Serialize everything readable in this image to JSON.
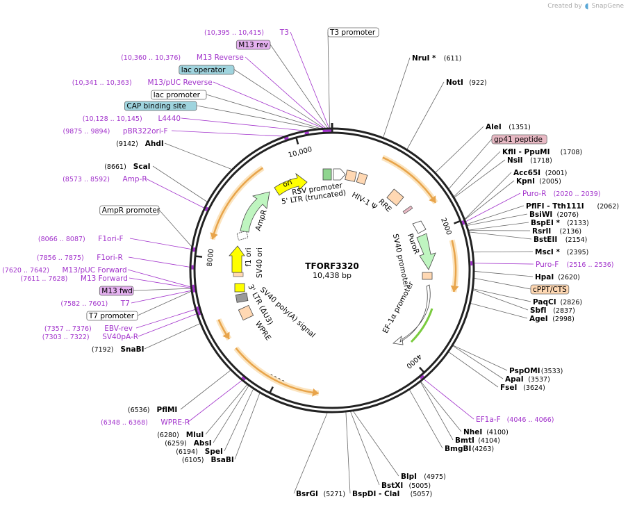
{
  "credit": {
    "created_by": "Created by",
    "brand": "SnapGene"
  },
  "plasmid": {
    "name": "TFORF3320",
    "length_label": "10,438 bp",
    "length": 10438
  },
  "colors": {
    "backbone": "#222222",
    "feature_purple": "#a131cb",
    "orange_arrow": "#e8a44a",
    "orange_glow": "#fbe4bf",
    "label_text": "#000000",
    "boxed_purple": "#e5b1f0",
    "boxed_blue": "#9fd4de",
    "boxed_pink": "#e8b9c4",
    "boxed_orange": "#ffd8b3"
  },
  "ticks": [
    {
      "bp": 0,
      "label": ""
    },
    {
      "bp": 2000,
      "label": "2000"
    },
    {
      "bp": 4000,
      "label": "4000"
    },
    {
      "bp": 6000,
      "label": "6000"
    },
    {
      "bp": 8000,
      "label": "8000"
    },
    {
      "bp": 10000,
      "label": "10,000"
    }
  ],
  "labels": [
    {
      "name": "T3",
      "range": "(10,395 .. 10,415)",
      "style": "purple",
      "bp": 10405
    },
    {
      "name": "T3 promoter",
      "range": "",
      "style": "box-white",
      "bp": 10410
    },
    {
      "name": "M13 rev",
      "range": "",
      "style": "box-purple",
      "bp": 10392
    },
    {
      "name": "M13 Reverse",
      "range": "(10,360 .. 10,376)",
      "style": "purple",
      "bp": 10368
    },
    {
      "name": "lac operator",
      "range": "",
      "style": "box-blue",
      "bp": 10350
    },
    {
      "name": "M13/pUC Reverse",
      "range": "(10,341 .. 10,363)",
      "style": "purple",
      "bp": 10352
    },
    {
      "name": "lac promoter",
      "range": "",
      "style": "box-white",
      "bp": 10320
    },
    {
      "name": "CAP binding site",
      "range": "",
      "style": "box-blue",
      "bp": 10290
    },
    {
      "name": "L4440",
      "range": "(10,128 .. 10,145)",
      "style": "purple",
      "bp": 10136
    },
    {
      "name": "pBR322ori-F",
      "range": "(9875 .. 9894)",
      "style": "purple",
      "bp": 9885
    },
    {
      "name": "AhdI",
      "range": "(9142)",
      "style": "enzyme",
      "bp": 9142
    },
    {
      "name": "ScaI",
      "range": "(8661)",
      "style": "enzyme",
      "bp": 8661
    },
    {
      "name": "Amp-R",
      "range": "(8573 .. 8592)",
      "style": "purple",
      "bp": 8582
    },
    {
      "name": "AmpR promoter",
      "range": "",
      "style": "box-white",
      "bp": 8100
    },
    {
      "name": "F1ori-F",
      "range": "(8066 .. 8087)",
      "style": "purple",
      "bp": 8076
    },
    {
      "name": "F1ori-R",
      "range": "(7856 .. 7875)",
      "style": "purple",
      "bp": 7865
    },
    {
      "name": "M13/pUC Forward",
      "range": "(7620 .. 7642)",
      "style": "purple",
      "bp": 7631
    },
    {
      "name": "M13 Forward",
      "range": "(7611 .. 7628)",
      "style": "purple",
      "bp": 7620
    },
    {
      "name": "M13 fwd",
      "range": "",
      "style": "box-purple",
      "bp": 7615
    },
    {
      "name": "T7",
      "range": "(7582 .. 7601)",
      "style": "purple",
      "bp": 7591
    },
    {
      "name": "T7 promoter",
      "range": "",
      "style": "box-white",
      "bp": 7585
    },
    {
      "name": "EBV-rev",
      "range": "(7357 .. 7376)",
      "style": "purple",
      "bp": 7366
    },
    {
      "name": "SV40pA-R",
      "range": "(7303 .. 7322)",
      "style": "purple",
      "bp": 7312
    },
    {
      "name": "SnaBI",
      "range": "(7192)",
      "style": "enzyme",
      "bp": 7192
    },
    {
      "name": "PflMI",
      "range": "(6536)",
      "style": "enzyme",
      "bp": 6536
    },
    {
      "name": "WPRE-R",
      "range": "(6348 .. 6368)",
      "style": "purple",
      "bp": 6358
    },
    {
      "name": "MluI",
      "range": "(6280)",
      "style": "enzyme",
      "bp": 6280
    },
    {
      "name": "AbsI",
      "range": "(6259)",
      "style": "enzyme",
      "bp": 6259
    },
    {
      "name": "SpeI",
      "range": "(6194)",
      "style": "enzyme",
      "bp": 6194
    },
    {
      "name": "BsaBI",
      "range": "(6105)",
      "style": "enzyme",
      "bp": 6105
    },
    {
      "name": "BsrGI",
      "range": "(5271)",
      "style": "enzyme",
      "bp": 5271
    },
    {
      "name": "BspDI - ClaI",
      "range": "(5057)",
      "style": "enzyme",
      "bp": 5057
    },
    {
      "name": "BstXI",
      "range": "(5005)",
      "style": "enzyme",
      "bp": 5005
    },
    {
      "name": "BlpI",
      "range": "(4975)",
      "style": "enzyme",
      "bp": 4975
    },
    {
      "name": "BmgBI",
      "range": "(4263)",
      "style": "enzyme",
      "bp": 4263
    },
    {
      "name": "BmtI",
      "range": "(4104)",
      "style": "enzyme",
      "bp": 4104
    },
    {
      "name": "NheI",
      "range": "(4100)",
      "style": "enzyme",
      "bp": 4100
    },
    {
      "name": "EF1a-F",
      "range": "(4046 .. 4066)",
      "style": "purple",
      "bp": 4056
    },
    {
      "name": "FseI",
      "range": "(3624)",
      "style": "enzyme",
      "bp": 3624
    },
    {
      "name": "ApaI",
      "range": "(3537)",
      "style": "enzyme",
      "bp": 3537
    },
    {
      "name": "PspOMI",
      "range": "(3533)",
      "style": "enzyme",
      "bp": 3533
    },
    {
      "name": "AgeI",
      "range": "(2998)",
      "style": "enzyme",
      "bp": 2998
    },
    {
      "name": "SbfI",
      "range": "(2837)",
      "style": "enzyme",
      "bp": 2837
    },
    {
      "name": "PaqCI",
      "range": "(2826)",
      "style": "enzyme",
      "bp": 2826
    },
    {
      "name": "cPPT/CTS",
      "range": "",
      "style": "box-orange",
      "bp": 2700
    },
    {
      "name": "HpaI",
      "range": "(2620)",
      "style": "enzyme",
      "bp": 2620
    },
    {
      "name": "Puro-F",
      "range": "(2516 .. 2536)",
      "style": "purple",
      "bp": 2526
    },
    {
      "name": "MscI *",
      "range": "(2395)",
      "style": "enzyme",
      "bp": 2395
    },
    {
      "name": "BstEII",
      "range": "(2154)",
      "style": "enzyme",
      "bp": 2154
    },
    {
      "name": "RsrII",
      "range": "(2136)",
      "style": "enzyme",
      "bp": 2136
    },
    {
      "name": "BspEI *",
      "range": "(2133)",
      "style": "enzyme",
      "bp": 2133
    },
    {
      "name": "BsiWI",
      "range": "(2076)",
      "style": "enzyme",
      "bp": 2076
    },
    {
      "name": "PflFI - Tth111I",
      "range": "(2062)",
      "style": "enzyme",
      "bp": 2062
    },
    {
      "name": "Puro-R",
      "range": "(2020 .. 2039)",
      "style": "purple",
      "bp": 2030
    },
    {
      "name": "KpnI",
      "range": "(2005)",
      "style": "enzyme",
      "bp": 2005
    },
    {
      "name": "Acc65I",
      "range": "(2001)",
      "style": "enzyme",
      "bp": 2001
    },
    {
      "name": "NsiI",
      "range": "(1718)",
      "style": "enzyme",
      "bp": 1718
    },
    {
      "name": "KflI - PpuMI",
      "range": "(1708)",
      "style": "enzyme",
      "bp": 1708
    },
    {
      "name": "gp41 peptide",
      "range": "",
      "style": "box-pink",
      "bp": 1600
    },
    {
      "name": "AleI",
      "range": "(1351)",
      "style": "enzyme",
      "bp": 1351
    },
    {
      "name": "NotI",
      "range": "(922)",
      "style": "enzyme",
      "bp": 922
    },
    {
      "name": "NruI *",
      "range": "(611)",
      "style": "enzyme",
      "bp": 611
    }
  ],
  "inner_labels": [
    {
      "text": "RSV promoter"
    },
    {
      "text": "5' LTR (truncated)"
    },
    {
      "text": "HIV-1 Ψ"
    },
    {
      "text": "RRE"
    },
    {
      "text": "PuroR"
    },
    {
      "text": "SV40 promoter"
    },
    {
      "text": "EF-1α promoter"
    },
    {
      "text": "WPRE"
    },
    {
      "text": "3' LTR (ΔU3)"
    },
    {
      "text": "SV40 poly(A) signal"
    },
    {
      "text": "SV40 ori"
    },
    {
      "text": "f1 ori"
    },
    {
      "text": "AmpR"
    },
    {
      "text": "ori"
    }
  ]
}
